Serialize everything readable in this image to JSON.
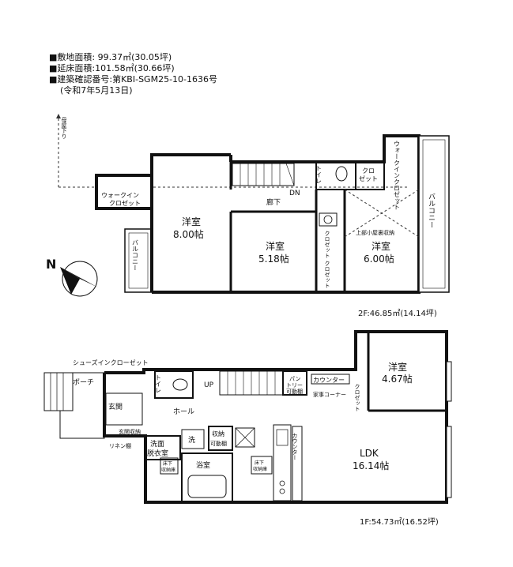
{
  "info": {
    "site_area": "■敷地面積: 99.37㎡(30.05坪)",
    "floor_area": "■延床面積:101.58㎡(30.66坪)",
    "permit_no": "■建築確認番号:第KBI-SGM25-10-1636号",
    "permit_date": "(令和7年5月13日)"
  },
  "compass": {
    "label": "N"
  },
  "floor2": {
    "area_label": "2F:46.85㎡(14.14坪)",
    "roof_label": "母屋下り",
    "rooms": {
      "walkin_left_a": "ウォークイン",
      "walkin_left_b": "クロゼット",
      "western_1_name": "洋室",
      "western_1_size": "8.00帖",
      "balcony_left": "バルコニー",
      "western_2_name": "洋室",
      "western_2_size": "5.18帖",
      "western_3_name": "洋室",
      "western_3_size": "6.00帖",
      "attic_storage": "上部小屋裏収納",
      "toilet": "トイレ",
      "closet_a": "クロ",
      "closet_b": "ゼット",
      "corridor": "廊下",
      "stairs_dn": "DN",
      "walkin_right": "ウォークインクロゼット",
      "balcony_right": "バルコニー",
      "closet_v1": "クロゼット",
      "closet_v2": "クロゼット"
    }
  },
  "floor1": {
    "area_label": "1F:54.73㎡(16.52坪)",
    "rooms": {
      "shoes_closet": "シューズインクローゼット",
      "porch": "ポーチ",
      "entrance": "玄関",
      "entrance_storage": "玄関収納",
      "linen": "リネン棚",
      "toilet": "トイレ",
      "stairs_up": "UP",
      "hall": "ホール",
      "pantry_a": "パン",
      "pantry_b": "トリー",
      "movable_shelf_1": "可動棚",
      "counter_top": "カウンター",
      "housework_corner": "家事コーナー",
      "western_name": "洋室",
      "western_size": "4.67帖",
      "closet_v": "クロゼット",
      "washroom_a": "洗面",
      "washroom_b": "脱衣室",
      "washer": "洗",
      "storage": "収納",
      "movable_shelf_2": "可動棚",
      "underfloor_1a": "床下",
      "underfloor_1b": "収納庫",
      "bathroom": "浴室",
      "underfloor_2a": "床下",
      "underfloor_2b": "収納庫",
      "counter_side": "カウンター",
      "ldk_name": "LDK",
      "ldk_size": "16.14帖"
    }
  }
}
